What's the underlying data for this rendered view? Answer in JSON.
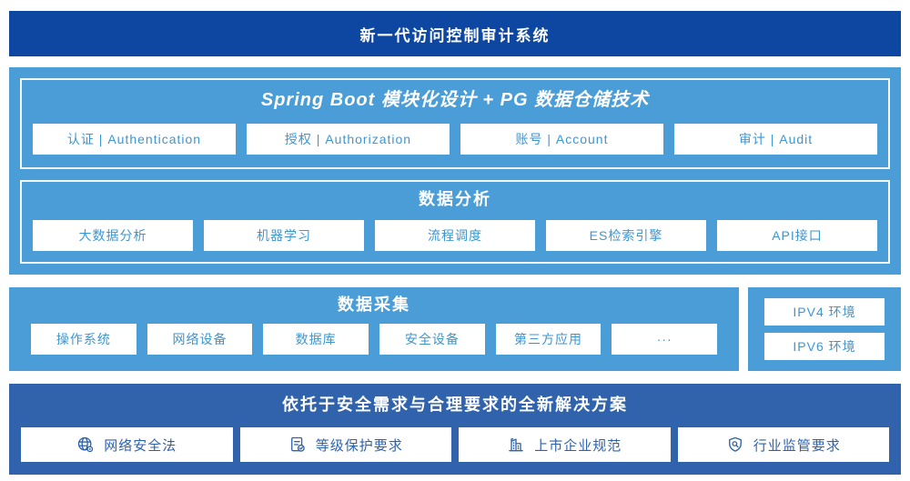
{
  "colors": {
    "navy": "#0d47a1",
    "sky": "#4a9dd7",
    "medium_blue": "#3162ac",
    "box_text": "#3d96d2",
    "solution_text": "#2f62ac"
  },
  "header": {
    "title": "新一代访问控制审计系统"
  },
  "platform": {
    "framework": {
      "title": "Spring Boot 模块化设计 + PG 数据仓储技术",
      "modules": [
        "认证 | Authentication",
        "授权 | Authorization",
        "账号 | Account",
        "审计 | Audit"
      ]
    },
    "analysis": {
      "title": "数据分析",
      "modules": [
        "大数据分析",
        "机器学习",
        "流程调度",
        "ES检索引擎",
        "API接口"
      ]
    }
  },
  "collection": {
    "title": "数据采集",
    "sources": [
      "操作系统",
      "网络设备",
      "数据库",
      "安全设备",
      "第三方应用",
      "···"
    ],
    "environments": [
      "IPV4 环境",
      "IPV6 环境"
    ]
  },
  "solution": {
    "title": "依托于安全需求与合理要求的全新解决方案",
    "items": [
      {
        "label": "网络安全法",
        "icon": "globe-icon"
      },
      {
        "label": "等级保护要求",
        "icon": "document-check-icon"
      },
      {
        "label": "上市企业规范",
        "icon": "building-icon"
      },
      {
        "label": "行业监管要求",
        "icon": "shield-search-icon"
      }
    ]
  }
}
